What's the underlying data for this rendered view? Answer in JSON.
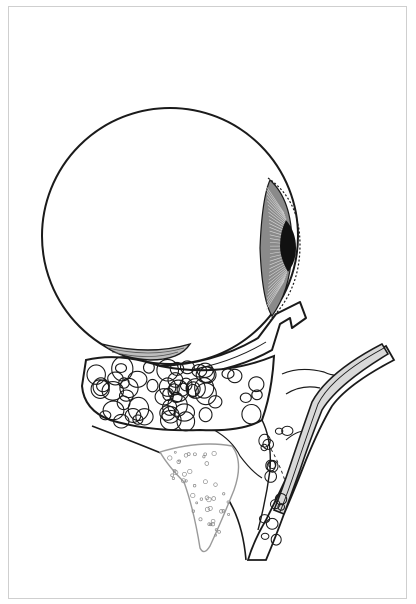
{
  "figure": {
    "kind": "anatomical line illustration",
    "colors": {
      "background": "#ffffff",
      "ink": "#1a1a1a",
      "iris_dark": "#2b2b2b",
      "iris_mid": "#7a7a7a",
      "bone_fill": "#ffffff",
      "fat_fill": "#ffffff",
      "tube_fill": "#d9d9d9"
    },
    "icons": [
      "eyeball-globe",
      "cornea-iris",
      "orbital-implant-plate",
      "orbital-fat-pad",
      "orbital-floor-bone",
      "maxillary-bone-speckled",
      "tubular-conduit",
      "fat-lobules-lower"
    ]
  }
}
